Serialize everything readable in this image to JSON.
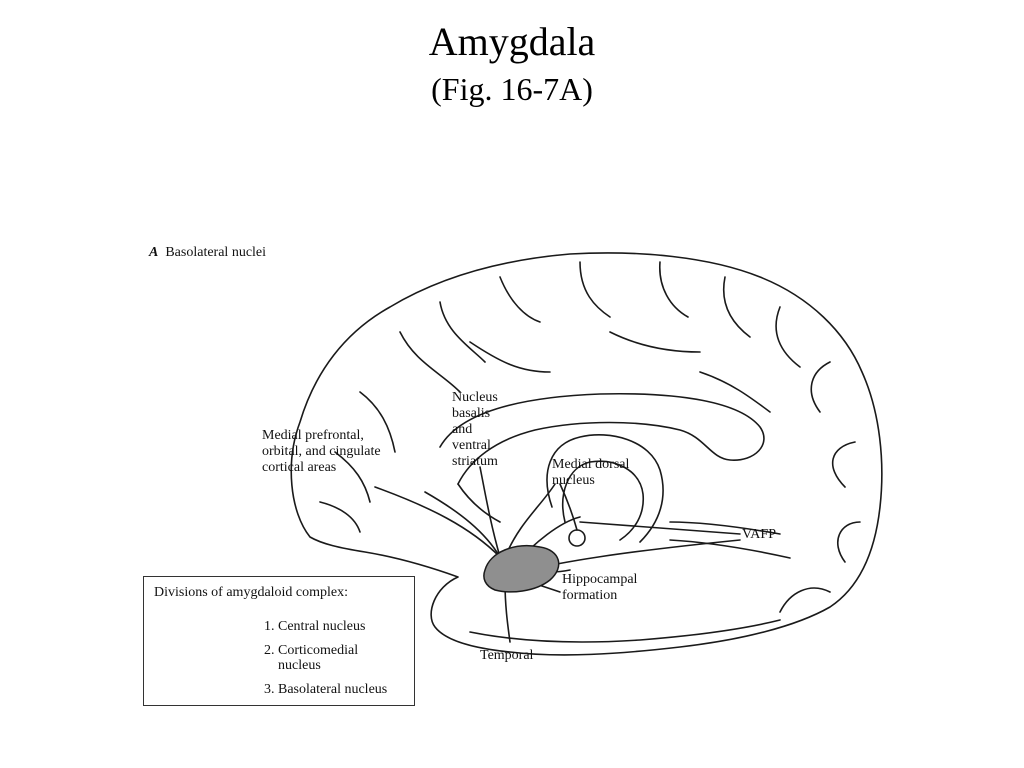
{
  "slide": {
    "title": "Amygdala",
    "subtitle": "(Fig. 16-7A)"
  },
  "figure": {
    "panel_letter": "A",
    "panel_title": "Basolateral nuclei",
    "labels": {
      "medial_prefrontal": "Medial prefrontal,\norbital, and cingulate\ncortical areas",
      "nucleus_basalis": "Nucleus\nbasalis\nand\nventral\nstriatum",
      "medial_dorsal": "Medial dorsal\nnucleus",
      "vafp": "VAFP",
      "hippocampal": "Hippocampal\nformation",
      "temporal": "Temporal"
    },
    "legend": {
      "title": "Divisions of amygdaloid complex:",
      "items": [
        "1. Central nucleus",
        "2. Corticomedial\n    nucleus",
        "3. Basolateral nucleus"
      ]
    },
    "colors": {
      "line": "#1a1a1a",
      "amygdala_fill": "#8f8f8f"
    }
  }
}
